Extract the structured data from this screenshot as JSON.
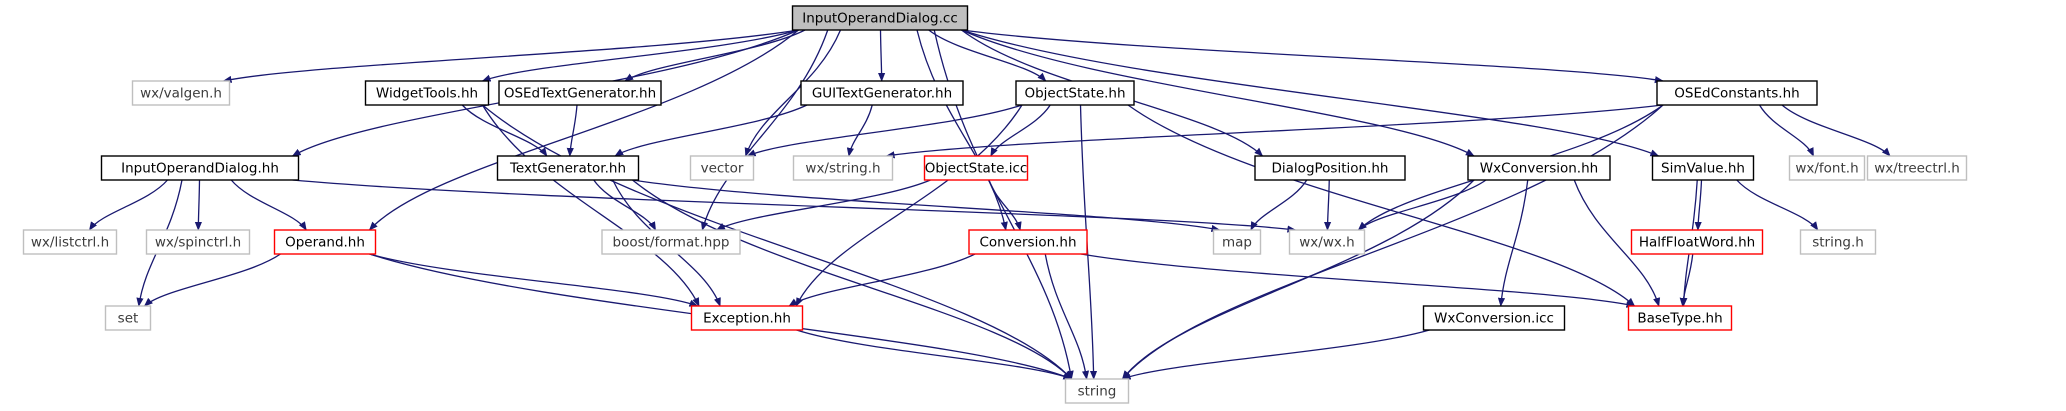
{
  "colors": {
    "edge": "#191970",
    "root_fill": "#bfbfbf",
    "root_border": "#000000",
    "documented_border": "#000000",
    "incomplete_border": "#ff0000",
    "external_border": "#bfbfbf",
    "external_text": "#3c3c3c",
    "text": "#000000"
  },
  "nodes": [
    {
      "id": "root",
      "label": "InputOperandDialog.cc",
      "kind": "root"
    },
    {
      "id": "valgen",
      "label": "wx/valgen.h",
      "kind": "external"
    },
    {
      "id": "iodhh",
      "label": "InputOperandDialog.hh",
      "kind": "documented"
    },
    {
      "id": "widget",
      "label": "WidgetTools.hh",
      "kind": "documented"
    },
    {
      "id": "osedtg",
      "label": "OSEdTextGenerator.hh",
      "kind": "documented"
    },
    {
      "id": "guitg",
      "label": "GUITextGenerator.hh",
      "kind": "documented"
    },
    {
      "id": "objstate",
      "label": "ObjectState.hh",
      "kind": "documented"
    },
    {
      "id": "osedconst",
      "label": "OSEdConstants.hh",
      "kind": "documented"
    },
    {
      "id": "textgen",
      "label": "TextGenerator.hh",
      "kind": "documented"
    },
    {
      "id": "vector",
      "label": "vector",
      "kind": "external"
    },
    {
      "id": "wxstring",
      "label": "wx/string.h",
      "kind": "external"
    },
    {
      "id": "objicc",
      "label": "ObjectState.icc",
      "kind": "incomplete"
    },
    {
      "id": "dialogpos",
      "label": "DialogPosition.hh",
      "kind": "documented"
    },
    {
      "id": "wxconv",
      "label": "WxConversion.hh",
      "kind": "documented"
    },
    {
      "id": "simvalue",
      "label": "SimValue.hh",
      "kind": "documented"
    },
    {
      "id": "wxfont",
      "label": "wx/font.h",
      "kind": "external"
    },
    {
      "id": "wxtree",
      "label": "wx/treectrl.h",
      "kind": "external"
    },
    {
      "id": "wxlist",
      "label": "wx/listctrl.h",
      "kind": "external"
    },
    {
      "id": "wxspin",
      "label": "wx/spinctrl.h",
      "kind": "external"
    },
    {
      "id": "operand",
      "label": "Operand.hh",
      "kind": "incomplete"
    },
    {
      "id": "boostfmt",
      "label": "boost/format.hpp",
      "kind": "external"
    },
    {
      "id": "conversion",
      "label": "Conversion.hh",
      "kind": "incomplete"
    },
    {
      "id": "map",
      "label": "map",
      "kind": "external"
    },
    {
      "id": "wxwx",
      "label": "wx/wx.h",
      "kind": "external"
    },
    {
      "id": "halffloat",
      "label": "HalfFloatWord.hh",
      "kind": "incomplete"
    },
    {
      "id": "stringh",
      "label": "string.h",
      "kind": "external"
    },
    {
      "id": "set",
      "label": "set",
      "kind": "external"
    },
    {
      "id": "exception",
      "label": "Exception.hh",
      "kind": "incomplete"
    },
    {
      "id": "wxconvicc",
      "label": "WxConversion.icc",
      "kind": "documented"
    },
    {
      "id": "basetype",
      "label": "BaseType.hh",
      "kind": "incomplete"
    },
    {
      "id": "string",
      "label": "string",
      "kind": "external"
    }
  ],
  "edges": [
    [
      "root",
      "valgen"
    ],
    [
      "root",
      "iodhh"
    ],
    [
      "root",
      "widget"
    ],
    [
      "root",
      "osedtg"
    ],
    [
      "root",
      "guitg"
    ],
    [
      "root",
      "objstate"
    ],
    [
      "root",
      "osedconst"
    ],
    [
      "root",
      "operand"
    ],
    [
      "root",
      "boostfmt"
    ],
    [
      "root",
      "vector"
    ],
    [
      "root",
      "conversion"
    ],
    [
      "root",
      "dialogpos"
    ],
    [
      "root",
      "wxconv"
    ],
    [
      "root",
      "simvalue"
    ],
    [
      "root",
      "string"
    ],
    [
      "iodhh",
      "wxlist"
    ],
    [
      "iodhh",
      "wxspin"
    ],
    [
      "iodhh",
      "operand"
    ],
    [
      "iodhh",
      "set"
    ],
    [
      "iodhh",
      "wxwx"
    ],
    [
      "widget",
      "textgen"
    ],
    [
      "widget",
      "exception"
    ],
    [
      "widget",
      "string"
    ],
    [
      "osedtg",
      "textgen"
    ],
    [
      "guitg",
      "textgen"
    ],
    [
      "guitg",
      "wxstring"
    ],
    [
      "objstate",
      "vector"
    ],
    [
      "objstate",
      "objicc"
    ],
    [
      "objstate",
      "exception"
    ],
    [
      "objstate",
      "string"
    ],
    [
      "objstate",
      "basetype"
    ],
    [
      "osedconst",
      "wxstring"
    ],
    [
      "osedconst",
      "wxfont"
    ],
    [
      "osedconst",
      "wxtree"
    ],
    [
      "osedconst",
      "wxwx"
    ],
    [
      "osedconst",
      "string"
    ],
    [
      "textgen",
      "boostfmt"
    ],
    [
      "textgen",
      "map"
    ],
    [
      "textgen",
      "exception"
    ],
    [
      "textgen",
      "string"
    ],
    [
      "objicc",
      "boostfmt"
    ],
    [
      "objicc",
      "conversion"
    ],
    [
      "dialogpos",
      "map"
    ],
    [
      "dialogpos",
      "wxwx"
    ],
    [
      "wxconv",
      "wxwx"
    ],
    [
      "wxconv",
      "wxconvicc"
    ],
    [
      "wxconv",
      "string"
    ],
    [
      "wxconv",
      "basetype"
    ],
    [
      "simvalue",
      "halffloat"
    ],
    [
      "simvalue",
      "stringh"
    ],
    [
      "simvalue",
      "basetype"
    ],
    [
      "operand",
      "set"
    ],
    [
      "operand",
      "exception"
    ],
    [
      "operand",
      "string"
    ],
    [
      "conversion",
      "exception"
    ],
    [
      "conversion",
      "string"
    ],
    [
      "conversion",
      "basetype"
    ],
    [
      "halffloat",
      "basetype"
    ],
    [
      "exception",
      "string"
    ],
    [
      "wxconvicc",
      "string"
    ]
  ]
}
